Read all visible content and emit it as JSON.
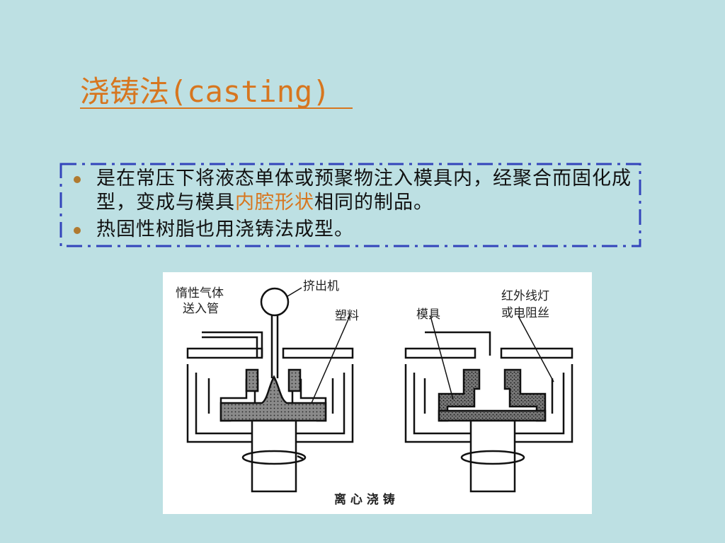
{
  "slide": {
    "title": "浇铸法(casting)",
    "bullets": [
      {
        "pre": "是在常压下将液态单体或预聚物注入模具内，经聚合而固化成型，变成与模具",
        "highlight": "内腔形状",
        "post": "相同的制品。"
      },
      {
        "pre": "热固性树脂也用浇铸法成型。",
        "highlight": "",
        "post": ""
      }
    ],
    "colors": {
      "background": "#bde0e3",
      "title": "#d7761f",
      "frame": "#3344bb",
      "bullet_dot": "#b07a30"
    }
  },
  "figure": {
    "labels": {
      "gas_inlet_line1": "惰性气体",
      "gas_inlet_line2": "送入管",
      "extruder": "挤出机",
      "plastic": "塑料",
      "mold": "模具",
      "heater_line1": "红外线灯",
      "heater_line2": "或电阻丝",
      "caption": "离 心 浇 铸"
    }
  }
}
